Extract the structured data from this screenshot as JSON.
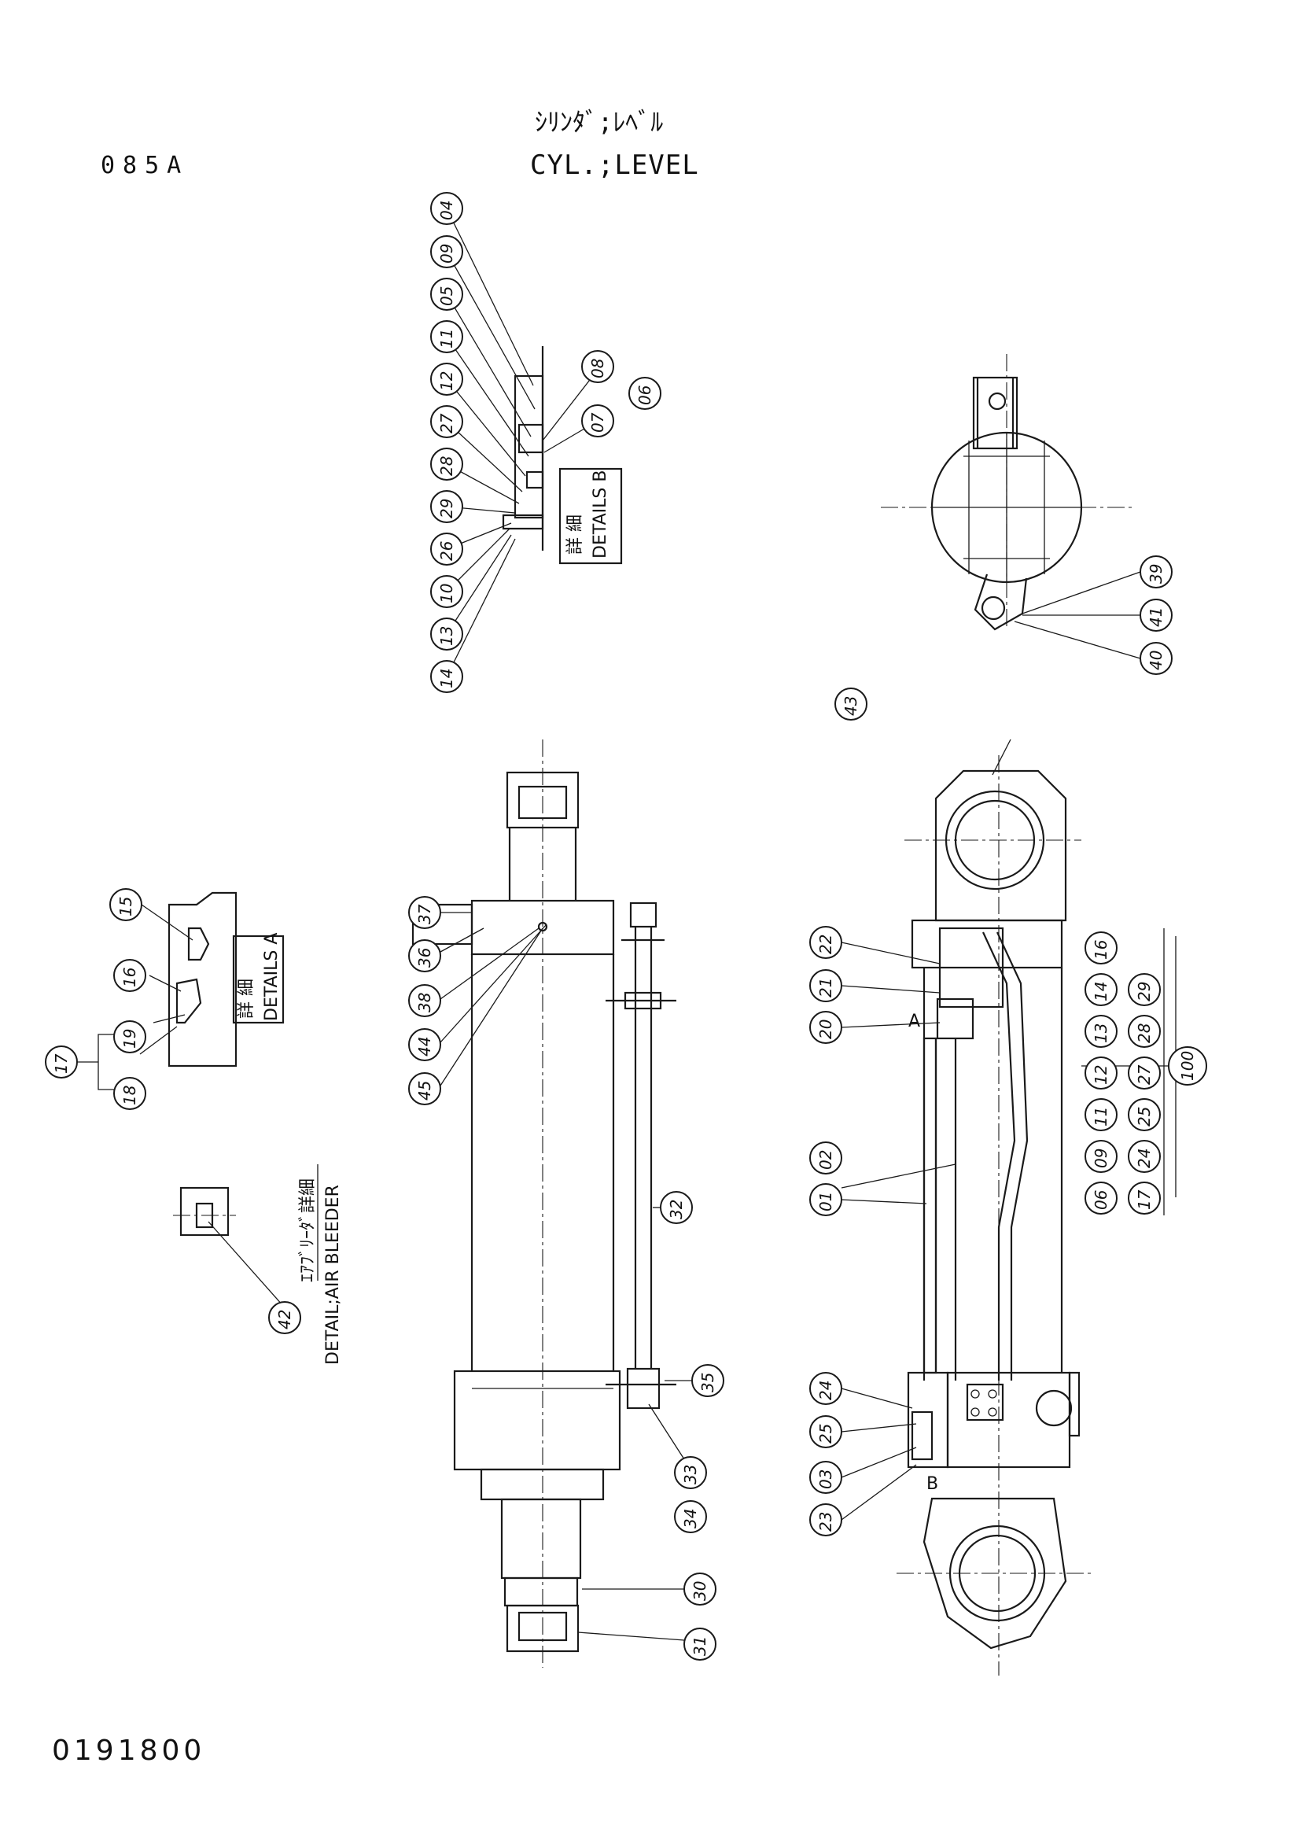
{
  "header": {
    "page_code": "085A",
    "title_jp": "ｼﾘﾝﾀﾞ;ﾚﾍﾞﾙ",
    "title_en": "CYL.;LEVEL"
  },
  "footer": {
    "drawing_number": "0191800"
  },
  "details": {
    "detail_a_jp": "詳 細",
    "detail_a_en": "DETAILS A",
    "detail_b_jp": "詳 細",
    "detail_b_en": "DETAILS B",
    "air_bleeder_jp": "ｴｱﾌﾞﾘｰﾀﾞ詳細",
    "air_bleeder_en": "DETAIL;AIR BLEEDER",
    "section_a": "A",
    "section_b": "B"
  },
  "callouts": {
    "detail_b": [
      "04",
      "09",
      "05",
      "11",
      "12",
      "27",
      "28",
      "29",
      "26",
      "10",
      "13",
      "14",
      "08",
      "07",
      "06"
    ],
    "end_view": [
      "39",
      "41",
      "40"
    ],
    "detail_a": [
      "15",
      "16",
      "19",
      "18",
      "17"
    ],
    "air_bleeder": [
      "42"
    ],
    "side_view": [
      "37",
      "36",
      "38",
      "44",
      "45",
      "32",
      "35",
      "33",
      "34",
      "30",
      "31"
    ],
    "section_view": [
      "43",
      "22",
      "21",
      "20",
      "02",
      "01",
      "24",
      "25",
      "03",
      "23"
    ]
  },
  "kit": {
    "top_row": [
      "16",
      "14",
      "13",
      "12",
      "11",
      "09",
      "06"
    ],
    "bottom_row": [
      "29",
      "28",
      "27",
      "25",
      "24",
      "17"
    ],
    "kit_number": "100"
  }
}
